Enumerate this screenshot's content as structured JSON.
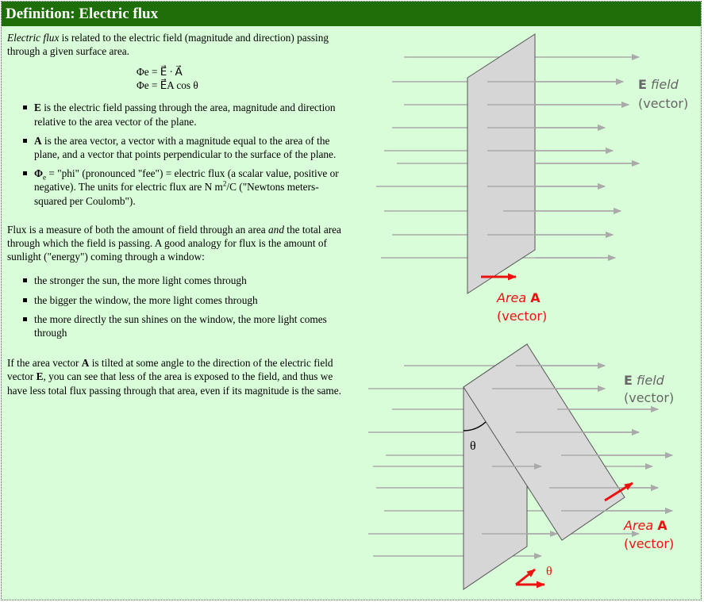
{
  "title": "Definition: Electric flux",
  "intro": {
    "term": "Electric flux",
    "rest": " is related to the electric field (magnitude and direction) passing through a given surface area."
  },
  "formulas": [
    "Φe = E⃗ · A⃗",
    "Φe = E⃗A cos θ"
  ],
  "bullets1": [
    {
      "bold": "E",
      "text": " is the electric field passing through the area, magnitude and direction relative to the area vector of the plane."
    },
    {
      "bold": "A",
      "text": " is the area vector, a vector with a magnitude equal to the area of the plane, and a vector that points perpendicular to the surface of the plane."
    },
    {
      "sym": "Φ",
      "sub": "e",
      "text1": " = \"phi\" (pronounced \"fee\") = electric flux (a scalar value, positive or negative). The units for electric flux are N m",
      "sup": "2",
      "text2": "/C (\"Newtons meters-squared per Coulomb\")."
    }
  ],
  "para2": {
    "a": "Flux is a measure of both the amount of field through an area ",
    "em": "and",
    "b": " the total area through which the field is passing. A good analogy for flux is the amount of sunlight (\"energy\") coming through a window:"
  },
  "bullets2": [
    "the stronger the sun, the more light comes through",
    "the bigger the window, the more light comes through",
    "the more directly the sun shines on the window, the more light comes through"
  ],
  "para3": {
    "a": "If the area vector ",
    "b1": "A",
    "c": " is tilted at some angle to the direction of the electric field vector ",
    "b2": "E",
    "d": ", you can see that less of the area is exposed to the field, and thus we have less total flux passing through that area, even if its magnitude is the same."
  },
  "diagram1": {
    "efield_e": "E",
    "efield_word": "field",
    "efield_vector": "(vector)",
    "area_word": "Area",
    "area_a": "A",
    "area_vector": "(vector)"
  },
  "diagram2": {
    "efield_e": "E",
    "efield_word": "field",
    "efield_vector": "(vector)",
    "theta": "θ",
    "area_word": "Area",
    "area_a": "A",
    "area_vector": "(vector)",
    "theta2": "θ"
  },
  "colors": {
    "header_bg": "#1e6e0a",
    "panel_bg": "#d9fdd9",
    "field_arrow": "#aaaaaa",
    "area_red": "#ee1111",
    "plane_fill": "#d6d6d6"
  }
}
